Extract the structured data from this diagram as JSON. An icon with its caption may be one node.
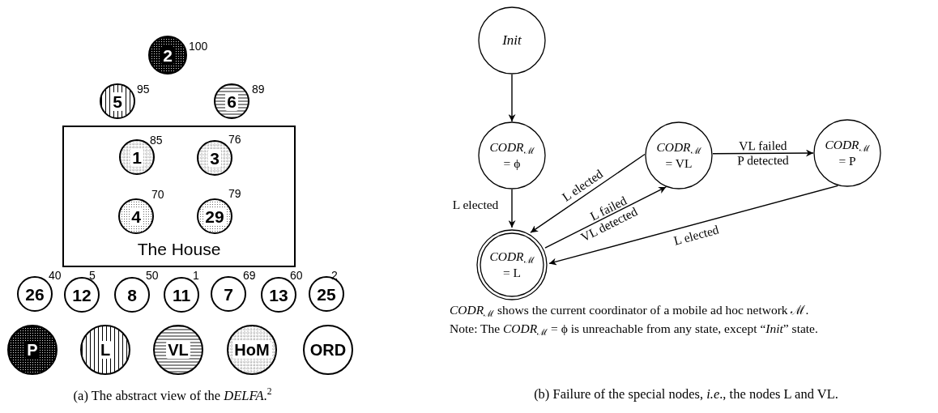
{
  "diagram": {
    "nodes": [
      {
        "text": [
          "2"
        ],
        "beside": [
          "100"
        ]
      },
      {
        "text": [
          "5"
        ],
        "beside": [
          "95"
        ]
      },
      {
        "text": [
          "6"
        ],
        "beside": [
          "89"
        ]
      },
      {
        "text": [
          "The House"
        ]
      },
      {
        "text": [
          "1"
        ],
        "beside": [
          "85"
        ],
        "in": 3
      },
      {
        "text": [
          "3"
        ],
        "beside": [
          "76"
        ],
        "in": 3
      },
      {
        "text": [
          "4"
        ],
        "beside": [
          "70"
        ],
        "in": 3
      },
      {
        "text": [
          "29"
        ],
        "beside": [
          "79"
        ],
        "in": 3
      },
      {
        "text": [
          "26"
        ],
        "beside": [
          "40"
        ]
      },
      {
        "text": [
          "12"
        ],
        "beside": [
          "5"
        ]
      },
      {
        "text": [
          "8"
        ],
        "beside": [
          "50"
        ]
      },
      {
        "text": [
          "11"
        ],
        "beside": [
          "1"
        ]
      },
      {
        "text": [
          "7"
        ],
        "beside": [
          "69"
        ]
      },
      {
        "text": [
          "13"
        ],
        "beside": [
          "60"
        ]
      },
      {
        "text": [
          "25"
        ],
        "beside": [
          "2"
        ]
      },
      {
        "text": [
          "P"
        ]
      },
      {
        "text": [
          "L"
        ]
      },
      {
        "text": [
          "VL"
        ]
      },
      {
        "text": [
          "HoM"
        ]
      },
      {
        "text": [
          "ORD"
        ]
      },
      {
        "text": [
          "Init"
        ]
      },
      {
        "text": [
          "*CODR*$_{ℳ}$ = ϕ"
        ]
      },
      {
        "text": [
          "*CODR*$_{ℳ}$ = VL"
        ]
      },
      {
        "text": [
          "*CODR*$_{ℳ}$ = P"
        ]
      },
      {
        "text": [
          "*CODR*$_{ℳ}$ = L"
        ]
      }
    ],
    "edges": [
      {
        "from": 20,
        "to": 21,
        "arrow": "to"
      },
      {
        "from": 21,
        "to": 24,
        "arrow": "to",
        "label": "L elected"
      },
      {
        "from": 22,
        "to": 24,
        "arrow": "to",
        "label": "L elected"
      },
      {
        "from": 24,
        "to": 22,
        "arrow": "to",
        "label": "L failed VL detected"
      },
      {
        "from": 22,
        "to": 23,
        "arrow": "to",
        "label": "VL failed P detected"
      },
      {
        "from": 23,
        "to": 24,
        "arrow": "to",
        "label": "L elected"
      }
    ],
    "labels": [
      "*CODR*$_{ℳ}$ shows the current coordinator of a mobile ad hoc network ℳ.",
      "Note: The *CODR*$_{ℳ}$ = ϕ is unreachable from any state, except “*Init*” state.",
      "(a) The abstract view of the *DELFA*.$^{2}$",
      "(b) Failure of the special nodes, *i.e*., the nodes L and VL."
    ]
  }
}
